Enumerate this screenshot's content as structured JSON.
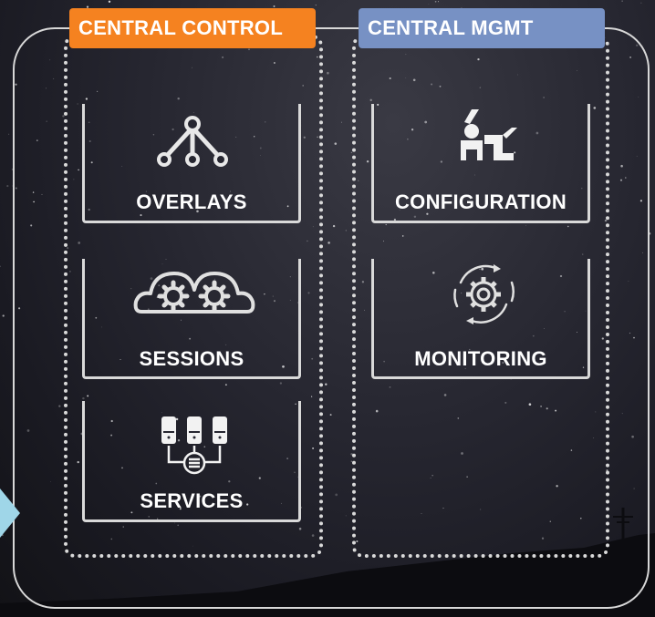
{
  "groups": {
    "central_control": {
      "title": "CENTRAL CONTROL",
      "color": "#f58220",
      "cards": [
        {
          "label": "OVERLAYS",
          "icon": "network-nodes-icon"
        },
        {
          "label": "SESSIONS",
          "icon": "cloud-gears-icon"
        },
        {
          "label": "SERVICES",
          "icon": "services-devices-icon"
        }
      ]
    },
    "central_mgmt": {
      "title": "CENTRAL MGMT",
      "color": "#7791c4",
      "cards": [
        {
          "label": "CONFIGURATION",
          "icon": "operator-console-icon"
        },
        {
          "label": "MONITORING",
          "icon": "gear-cycle-icon"
        }
      ]
    }
  },
  "colors": {
    "frame": "#d8d8d8",
    "arrow": "#9fd6e8",
    "text": "#ffffff"
  }
}
